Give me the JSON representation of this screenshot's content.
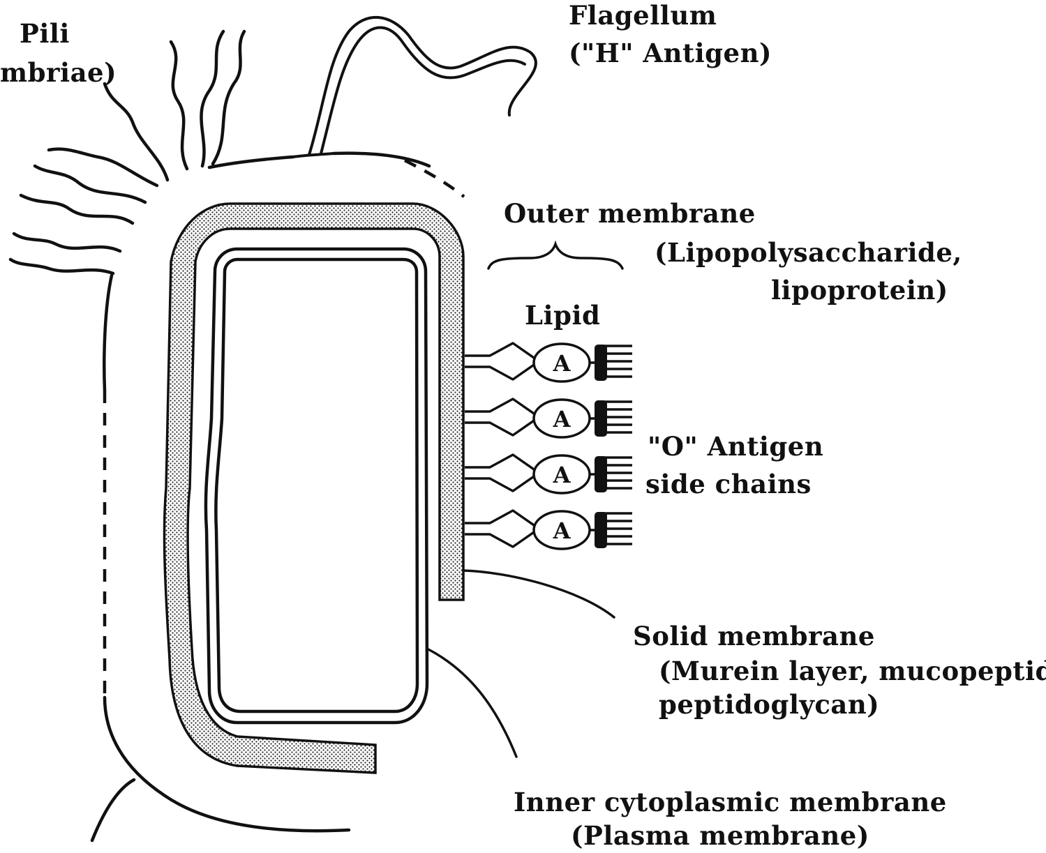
{
  "labels": {
    "pili_line1": "Pili",
    "pili_line2": "mbriae)",
    "flagellum_line1": "Flagellum",
    "flagellum_line2": "(\"H\" Antigen)",
    "outer_membrane": "Outer membrane",
    "lps_line1": "(Lipopolysaccharide,",
    "lps_line2": "lipoprotein)",
    "lipid": "Lipid",
    "o_antigen_line1": "\"O\" Antigen",
    "o_antigen_line2": "side chains",
    "solid_line1": "Solid membrane",
    "solid_line2": "(Murein layer, mucopeptide,",
    "solid_line3": "peptidoglycan)",
    "inner_line1": "Inner cytoplasmic membrane",
    "inner_line2": "(Plasma membrane)"
  },
  "lipid_symbol": "A",
  "colors": {
    "ink": "#111111",
    "background": "#ffffff"
  }
}
